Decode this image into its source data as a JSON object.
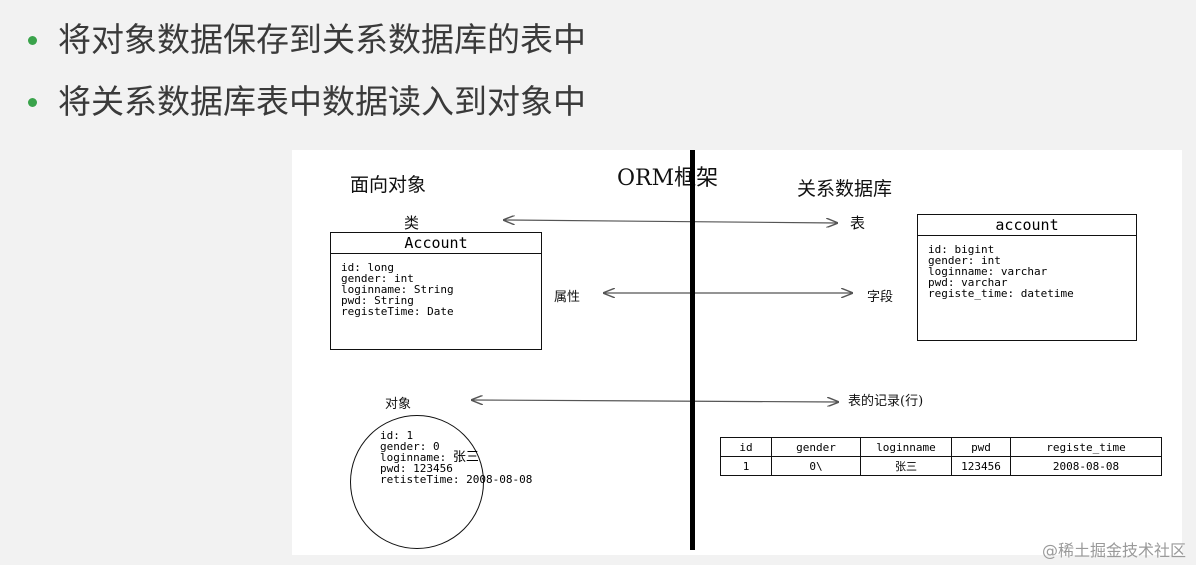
{
  "bullets": [
    "将对象数据保存到关系数据库的表中",
    "将关系数据库表中数据读入到对象中"
  ],
  "diagram": {
    "left_title": "面向对象",
    "center_title": "ORM框架",
    "right_title": "关系数据库",
    "class_label": "类",
    "table_label": "表",
    "attr_label": "属性",
    "field_label": "字段",
    "object_label": "对象",
    "record_label": "表的记录(行)",
    "class_box": {
      "name": "Account",
      "fields": [
        "id: long",
        "gender: int",
        "loginname: String",
        "pwd: String",
        "registeTime: Date"
      ]
    },
    "table_box": {
      "name": "account",
      "fields": [
        "id: bigint",
        "gender: int",
        "loginname: varchar",
        "pwd: varchar",
        "registe_time: datetime"
      ]
    },
    "object": {
      "fields": [
        "id: 1",
        "gender: 0",
        "loginname:",
        "pwd: 123456",
        "retisteTime: 2008-08-08"
      ],
      "name_value": "张三"
    },
    "record_table": {
      "headers": [
        "id",
        "gender",
        "loginname",
        "pwd",
        "registe_time"
      ],
      "row": [
        "1",
        "0\\",
        "张三",
        "123456",
        "2008-08-08"
      ]
    }
  },
  "watermark": "@稀土掘金技术社区",
  "colors": {
    "bullet": "#3aa34b",
    "text": "#3a3a3a"
  }
}
